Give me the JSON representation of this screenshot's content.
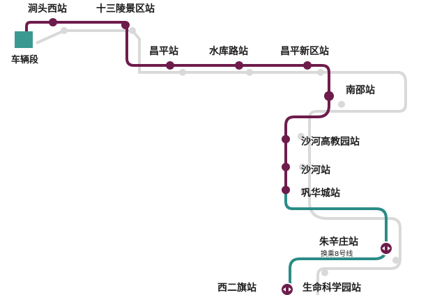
{
  "colors": {
    "line_purple": "#6e1c4b",
    "line_teal": "#2b8c86",
    "ghost_line": "#d9d9d9",
    "depot": "#3a9a92",
    "station_dot": "#6e1c4b",
    "transfer_dot": "#6e1c4b",
    "label": "#1c1c1c"
  },
  "depot": {
    "label": "车辆段",
    "icon": "depot-square"
  },
  "stations": [
    {
      "id": "jiantou-xi",
      "label": "涧头西站"
    },
    {
      "id": "shisanling",
      "label": "十三陵景区站"
    },
    {
      "id": "changping",
      "label": "昌平站"
    },
    {
      "id": "shuikulu",
      "label": "水库路站"
    },
    {
      "id": "changping-xinqu",
      "label": "昌平新区站"
    },
    {
      "id": "nanshao",
      "label": "南邵站"
    },
    {
      "id": "shahe-gaojiao",
      "label": "沙河高教园站"
    },
    {
      "id": "shahe",
      "label": "沙河站"
    },
    {
      "id": "gonghuacheng",
      "label": "巩华城站"
    },
    {
      "id": "zhuxinzhuang",
      "label": "朱辛庄站",
      "transfer": true,
      "note": "换乘8号线"
    },
    {
      "id": "xierqi",
      "label": "西二旗站",
      "transfer": true
    },
    {
      "id": "shengming",
      "label": "生命科学园站"
    }
  ],
  "icons": {
    "station": "station-dot-icon",
    "transfer": "transfer-station-icon"
  }
}
